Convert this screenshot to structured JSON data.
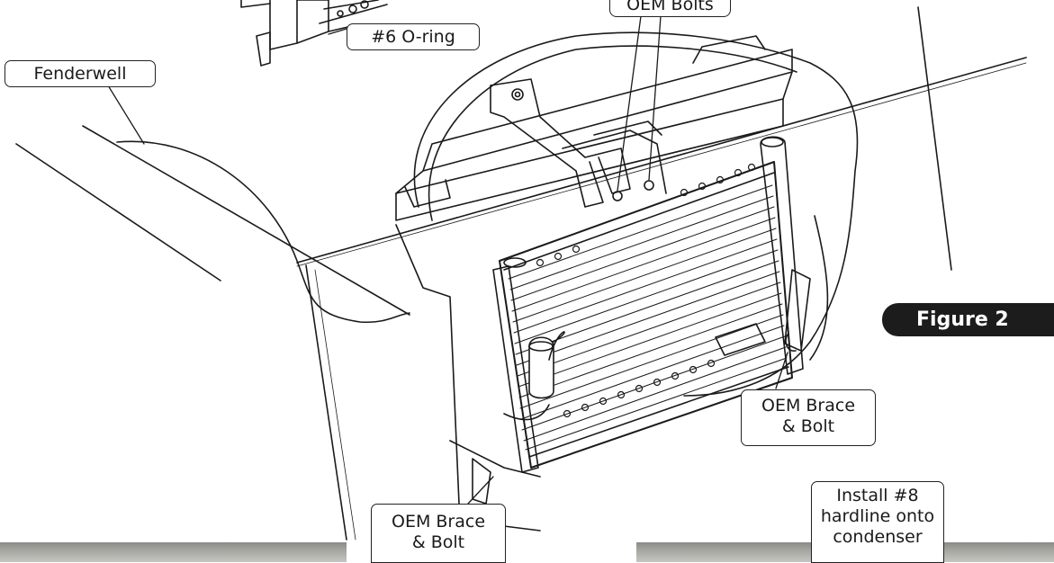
{
  "callouts": {
    "oem_bolts": "OEM Bolts",
    "o_ring": "#6 O-ring",
    "fenderwell": "Fenderwell",
    "oem_brace_right": {
      "line1": "OEM Brace",
      "line2": "& Bolt"
    },
    "oem_brace_bottom": {
      "line1": "OEM Brace",
      "line2": "& Bolt"
    },
    "install_hardline": {
      "line1": "Install #8",
      "line2": "hardline onto",
      "line3": "condenser"
    }
  },
  "figure_label": "Figure 2",
  "colors": {
    "ink": "#1a1a1a",
    "badge": "#1c1c1c",
    "photo": "#a8a8a4"
  }
}
